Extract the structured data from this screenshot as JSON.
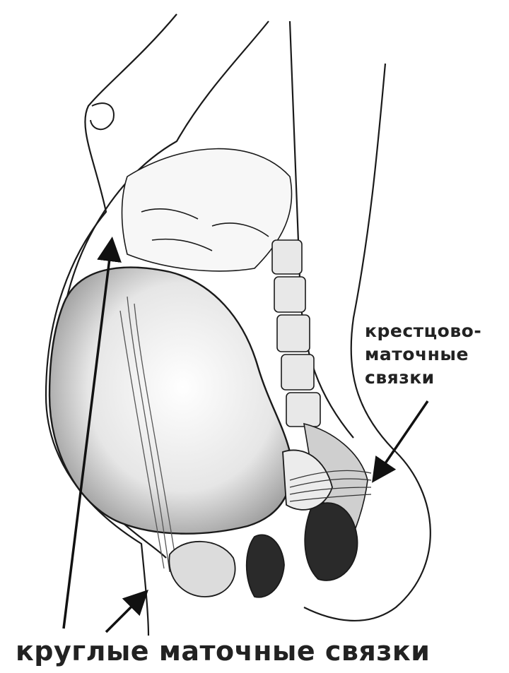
{
  "labels": {
    "sacro_uterine": [
      "крестцово-",
      "маточные",
      "связки"
    ],
    "round_ligaments": "круглые маточные связки"
  },
  "colors": {
    "ink": "#1a1a1a",
    "shade": "#9a9a9a",
    "dark_fill": "#2a2a2a",
    "paper": "#ffffff"
  }
}
